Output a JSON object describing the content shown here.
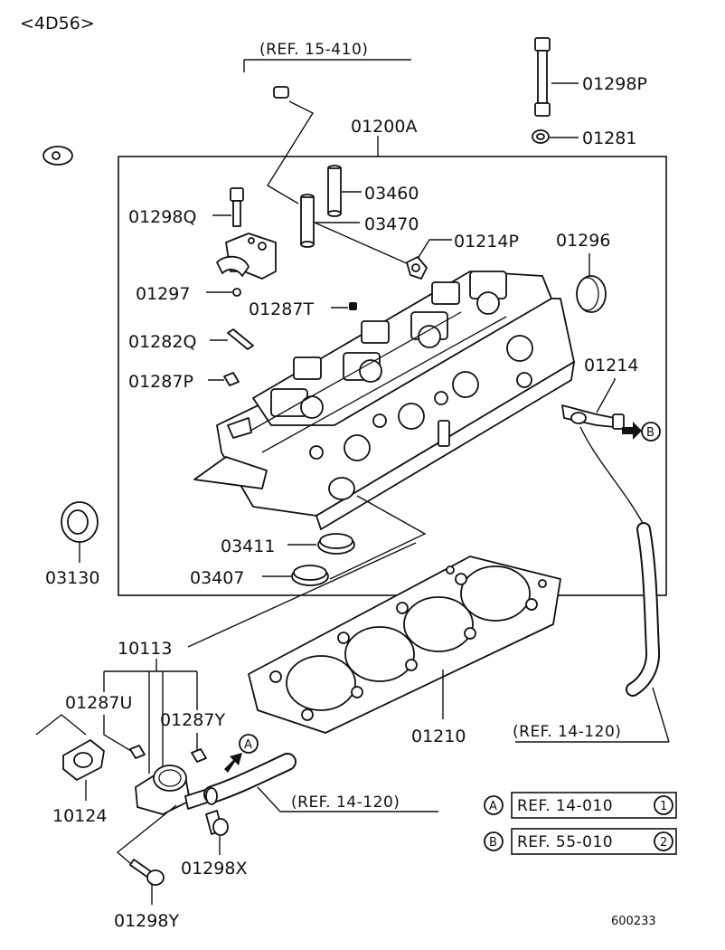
{
  "engine_tag": "<4D56>",
  "assembly_label": "01200A",
  "parts": {
    "p01298P": "01298P",
    "p01281": "01281",
    "p03460": "03460",
    "p01298Q": "01298Q",
    "p03470": "03470",
    "p01214P": "01214P",
    "p01296": "01296",
    "p01297": "01297",
    "p01287T": "01287T",
    "p01282Q": "01282Q",
    "p01287P": "01287P",
    "p01214": "01214",
    "p03130": "03130",
    "p03411": "03411",
    "p03407": "03407",
    "p10113": "10113",
    "p01287U": "01287U",
    "p01287Y": "01287Y",
    "p01210": "01210",
    "p10124": "10124",
    "p01298X": "01298X",
    "p01298Y": "01298Y"
  },
  "refs": {
    "r15_410": "(REF. 15-410)",
    "r14_120_right": "(REF. 14-120)",
    "r14_120_bottom": "(REF. 14-120)"
  },
  "legend": [
    {
      "marker": "A",
      "text": "REF. 14-010",
      "num": "1"
    },
    {
      "marker": "B",
      "text": "REF. 55-010",
      "num": "2"
    }
  ],
  "callouts": {
    "a": "A",
    "b": "B"
  },
  "figure_id": "600233"
}
